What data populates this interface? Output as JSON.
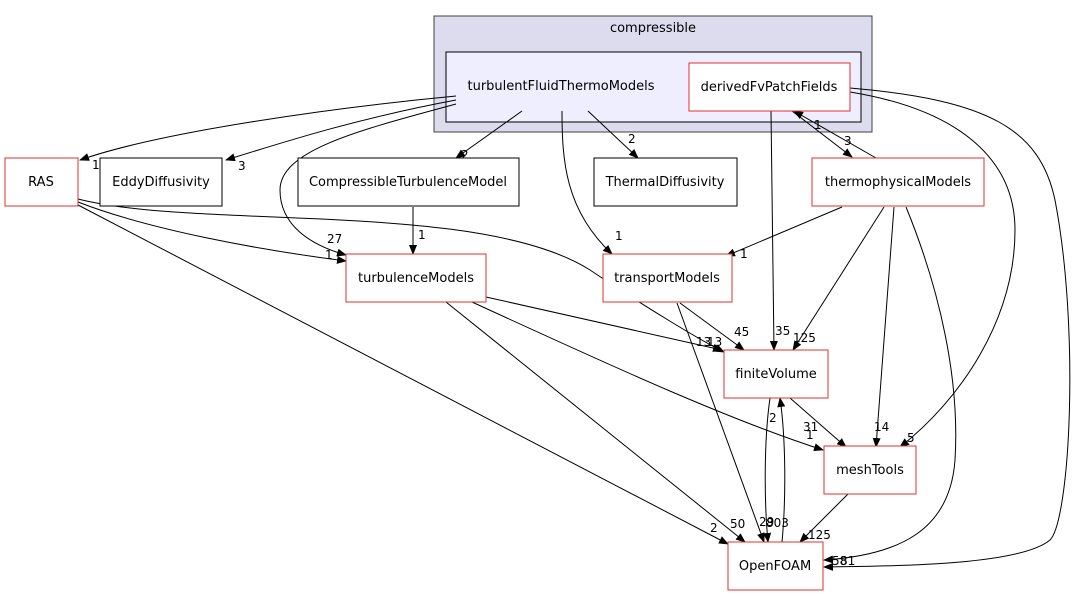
{
  "clusters": {
    "outer": {
      "label": "compressible",
      "fill": "#dddcee",
      "stroke": "#404040"
    },
    "inner": {
      "label": "",
      "fill": "#eeeefe",
      "stroke": "#000000"
    }
  },
  "nodes": {
    "turbulentFluidThermoModels": {
      "label": "turbulentFluidThermoModels",
      "border": "none"
    },
    "derivedFvPatchFields": {
      "label": "derivedFvPatchFields",
      "border": "#e0312f"
    },
    "RAS": {
      "label": "RAS",
      "border": "#e0312f"
    },
    "EddyDiffusivity": {
      "label": "EddyDiffusivity",
      "border": "#000000"
    },
    "CompressibleTurbulenceModel": {
      "label": "CompressibleTurbulenceModel",
      "border": "#000000"
    },
    "ThermalDiffusivity": {
      "label": "ThermalDiffusivity",
      "border": "#000000"
    },
    "thermophysicalModels": {
      "label": "thermophysicalModels",
      "border": "#e0312f"
    },
    "turbulenceModels": {
      "label": "turbulenceModels",
      "border": "#e0312f"
    },
    "transportModels": {
      "label": "transportModels",
      "border": "#e0312f"
    },
    "finiteVolume": {
      "label": "finiteVolume",
      "border": "#e0312f"
    },
    "meshTools": {
      "label": "meshTools",
      "border": "#e0312f"
    },
    "OpenFOAM": {
      "label": "OpenFOAM",
      "border": "#e0312f"
    }
  },
  "edge_labels": {
    "tftm_RAS": "1",
    "tftm_Eddy": "3",
    "tftm_CTM": "2",
    "tftm_Thermal": "2",
    "tftm_turb": "27",
    "tftm_transport": "1",
    "deriv_thermo": "3",
    "thermo_deriv": "1",
    "deriv_fv": "35",
    "deriv_mesh": "5",
    "deriv_open": "81",
    "ras_turb": "1",
    "ras_fv": "13",
    "ras_open": "2",
    "ctm_turb": "1",
    "turb_fv": "13",
    "turb_mesh": "1",
    "turb_open": "50",
    "thermo_transport": "1",
    "thermo_fv": "125",
    "thermo_mesh": "14",
    "thermo_open": "58",
    "transport_fv": "45",
    "transport_open": "29",
    "fv_mesh": "31",
    "fv_open": "803",
    "open_fv": "2",
    "mesh_open": "125"
  }
}
